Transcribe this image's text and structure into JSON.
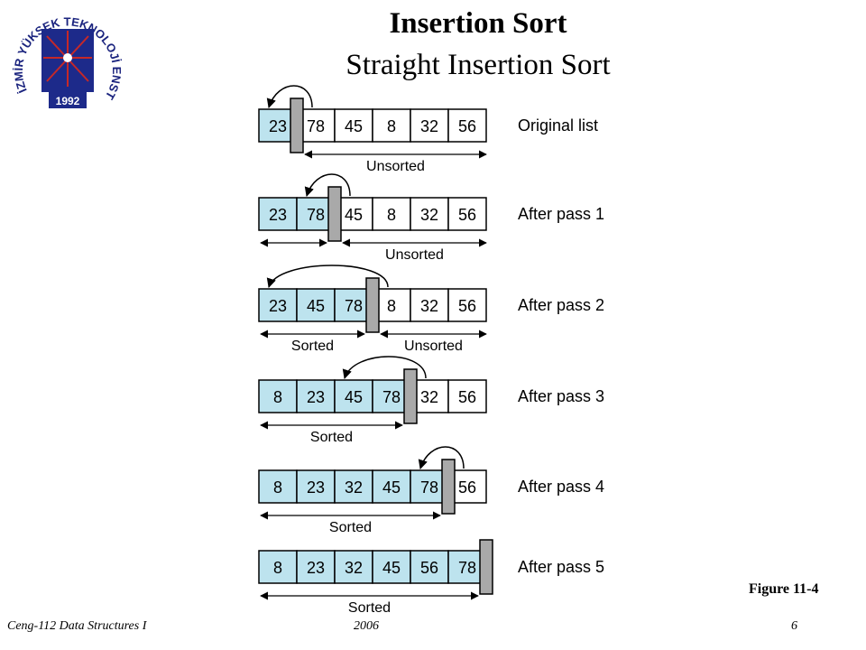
{
  "slide": {
    "title": "Insertion Sort",
    "subtitle": "Straight Insertion Sort",
    "figure_label": "Figure 11-4",
    "footer_left": "Ceng-112 Data Structures I",
    "footer_center": "2006",
    "footer_right": "6"
  },
  "logo": {
    "ring_text": "İZMİR YÜKSEK TEKNOLOJİ ENSTİTÜSÜ",
    "year": "1992"
  },
  "diagram": {
    "rows": [
      {
        "label": "Original list",
        "values": [
          "23",
          "78",
          "45",
          "8",
          "32",
          "56"
        ],
        "sorted_count": 1,
        "left_label": "",
        "right_label": "Unsorted",
        "arrow_from": 1,
        "arrow_to": 0
      },
      {
        "label": "After pass 1",
        "values": [
          "23",
          "78",
          "45",
          "8",
          "32",
          "56"
        ],
        "sorted_count": 2,
        "left_label": "",
        "right_label": "Unsorted",
        "arrow_from": 2,
        "arrow_to": 1
      },
      {
        "label": "After pass 2",
        "values": [
          "23",
          "45",
          "78",
          "8",
          "32",
          "56"
        ],
        "sorted_count": 3,
        "left_label": "Sorted",
        "right_label": "Unsorted",
        "arrow_from": 3,
        "arrow_to": 0
      },
      {
        "label": "After pass 3",
        "values": [
          "8",
          "23",
          "45",
          "78",
          "32",
          "56"
        ],
        "sorted_count": 4,
        "left_label": "Sorted",
        "right_label": "",
        "arrow_from": 4,
        "arrow_to": 2
      },
      {
        "label": "After pass 4",
        "values": [
          "8",
          "23",
          "32",
          "45",
          "78",
          "56"
        ],
        "sorted_count": 5,
        "left_label": "Sorted",
        "right_label": "",
        "arrow_from": 5,
        "arrow_to": 4
      },
      {
        "label": "After pass 5",
        "values": [
          "8",
          "23",
          "32",
          "45",
          "56",
          "78"
        ],
        "sorted_count": 6,
        "left_label": "Sorted",
        "right_label": "",
        "arrow_from": -1,
        "arrow_to": -1
      }
    ],
    "colors": {
      "sorted_fill": "#bde3ee",
      "unsorted_fill": "#ffffff",
      "wall_fill": "#a9a9a9",
      "stroke": "#000000"
    }
  }
}
